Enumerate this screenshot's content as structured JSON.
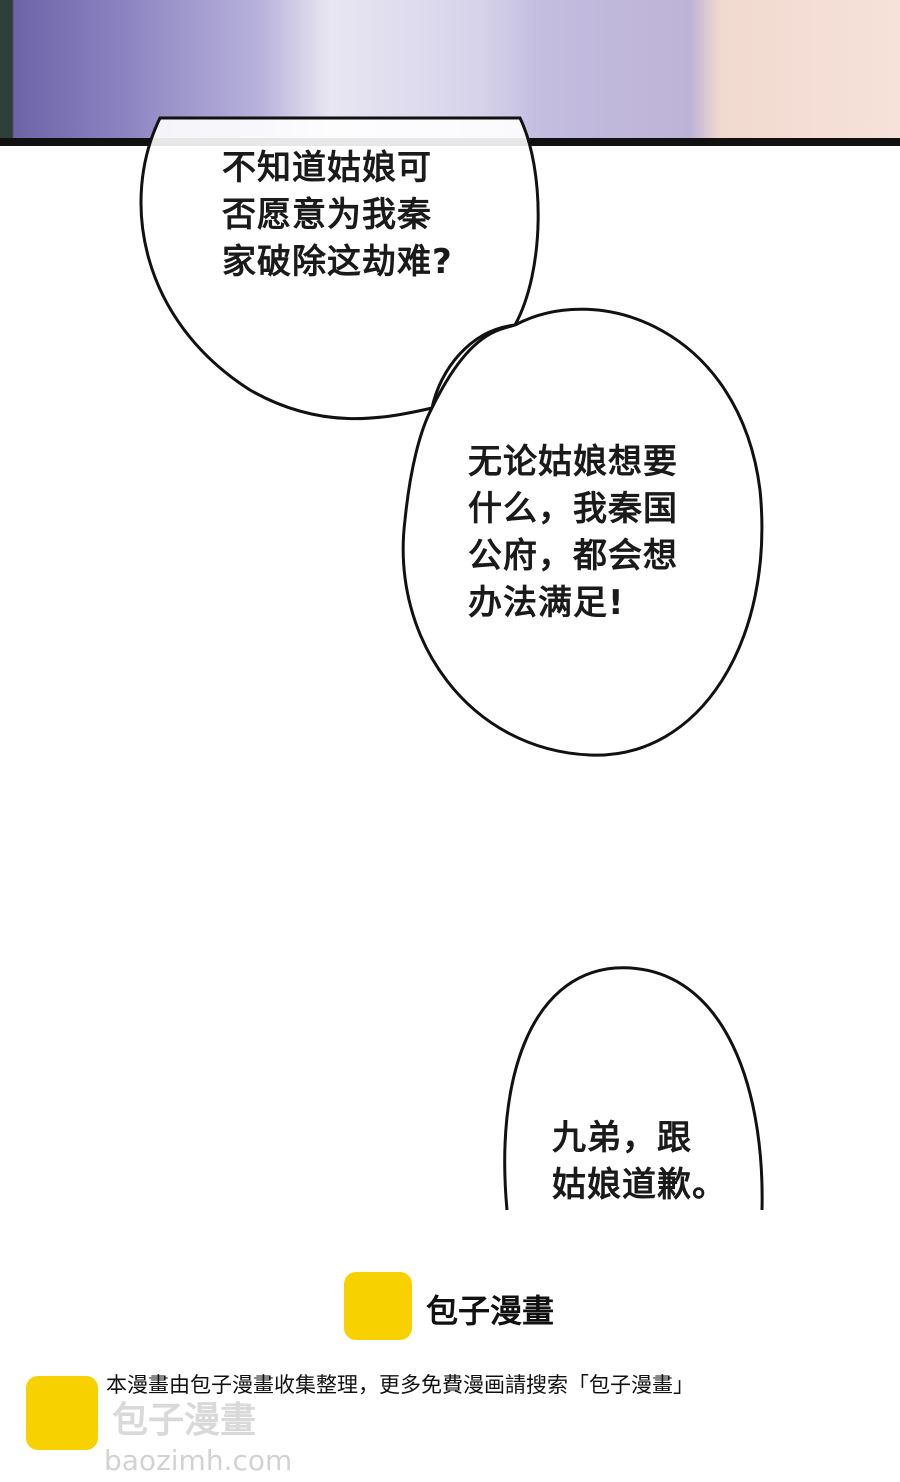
{
  "bubbles": [
    {
      "lines": [
        "不知道姑娘可",
        "否愿意为我秦",
        "家破除这劫难?"
      ]
    },
    {
      "lines": [
        "无论姑娘想要",
        "什么，我秦国",
        "公府，都会想",
        "办法满足!"
      ]
    },
    {
      "lines": [
        "九弟，跟",
        "姑娘道歉。"
      ]
    }
  ],
  "footer": {
    "brand": "包子漫畫",
    "notice": "本漫畫由包子漫畫收集整理，更多免費漫画請搜索「包子漫畫」",
    "watermark_text": "包子漫畫",
    "watermark_url": "baozimh.com",
    "logo_color": "#f8d100"
  }
}
